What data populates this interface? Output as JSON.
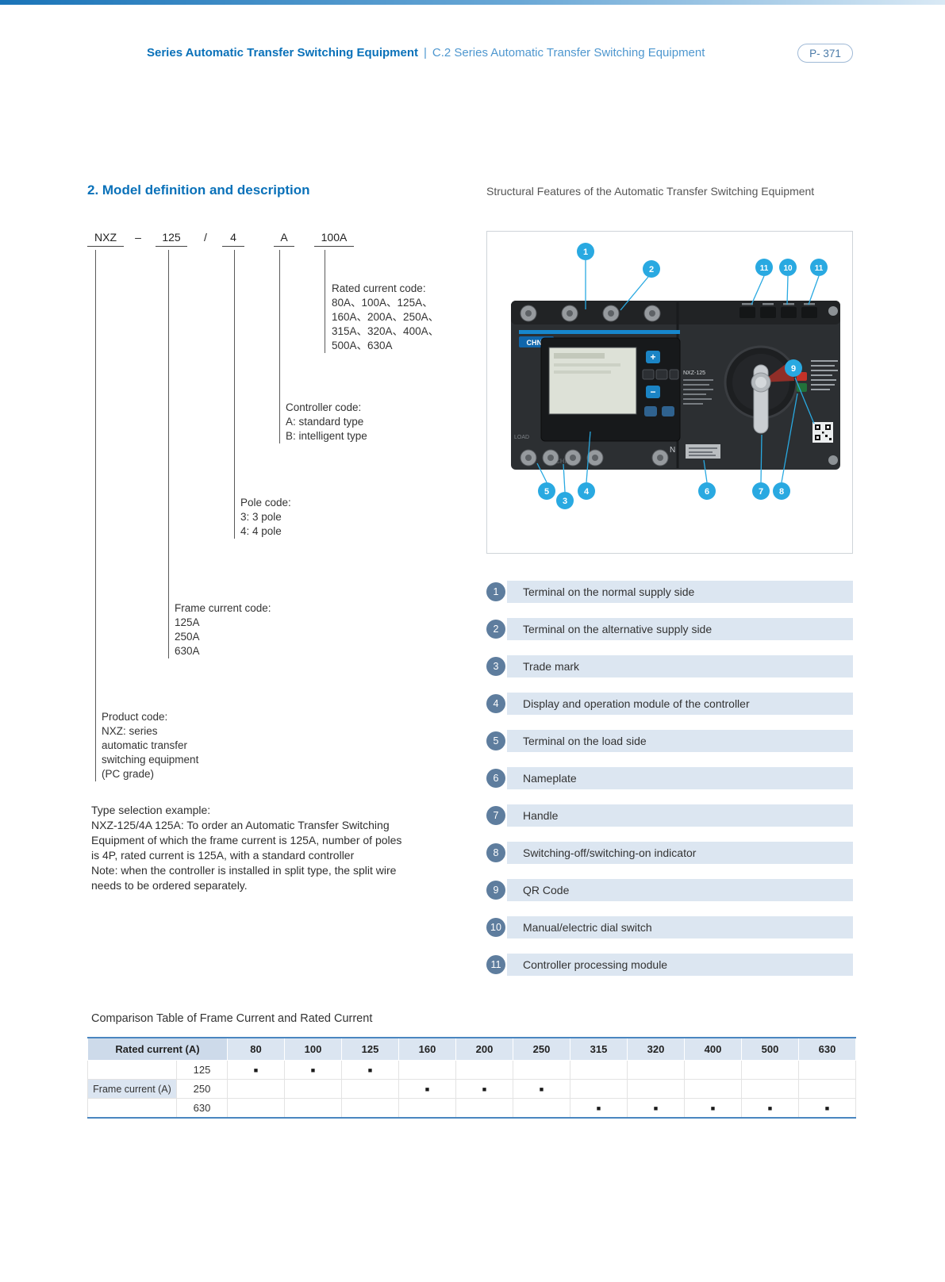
{
  "page": {
    "header": {
      "title_bold": "Series Automatic Transfer Switching Equipment",
      "separator": "|",
      "title_light": "C.2 Series Automatic Transfer Switching Equipment",
      "page_badge": "P- 371"
    },
    "section_title": "2. Model definition and description",
    "right_title": "Structural Features of the Automatic Transfer Switching Equipment"
  },
  "model_code": {
    "tokens": [
      "NXZ",
      "–",
      "125",
      "/",
      "4",
      "A",
      "100A"
    ],
    "rated": {
      "title": "Rated current code:",
      "lines": [
        "80A、100A、125A、",
        "160A、200A、250A、",
        "315A、320A、400A、",
        "500A、630A"
      ]
    },
    "controller": {
      "title": "Controller code:",
      "lines": [
        "A: standard type",
        "B: intelligent type"
      ]
    },
    "pole": {
      "title": "Pole code:",
      "lines": [
        "3: 3 pole",
        "4: 4 pole"
      ]
    },
    "frame": {
      "title": "Frame current code:",
      "lines": [
        "125A",
        "250A",
        "630A"
      ]
    },
    "product": {
      "title": "Product code:",
      "lines": [
        "NXZ: series",
        "automatic transfer",
        "switching equipment",
        "(PC grade)"
      ]
    }
  },
  "example": {
    "lines": [
      "Type selection example:",
      "NXZ-125/4A 125A: To order an Automatic Transfer Switching",
      "Equipment of which the frame current is 125A, number of poles",
      "is 4P, rated current is 125A, with a standard controller",
      "Note: when the controller is installed in split type, the split wire",
      "needs to be ordered separately."
    ]
  },
  "features": [
    {
      "num": "1",
      "label": "Terminal on the normal supply side"
    },
    {
      "num": "2",
      "label": "Terminal on the alternative supply side"
    },
    {
      "num": "3",
      "label": "Trade mark"
    },
    {
      "num": "4",
      "label": "Display and operation module of the controller"
    },
    {
      "num": "5",
      "label": "Terminal on the load side"
    },
    {
      "num": "6",
      "label": "Nameplate"
    },
    {
      "num": "7",
      "label": "Handle"
    },
    {
      "num": "8",
      "label": "Switching-off/switching-on indicator"
    },
    {
      "num": "9",
      "label": "QR Code"
    },
    {
      "num": "10",
      "label": "Manual/electric dial switch"
    },
    {
      "num": "11",
      "label": "Controller processing module"
    }
  ],
  "device": {
    "brand": "CHNT",
    "molded": "CHNT",
    "model": "NXZ-125",
    "load": "LOAD",
    "n": "N",
    "plus": "+",
    "minus": "−",
    "callouts": [
      {
        "n": "1"
      },
      {
        "n": "2"
      },
      {
        "n": "11"
      },
      {
        "n": "10"
      },
      {
        "n": "11"
      },
      {
        "n": "9"
      },
      {
        "n": "5"
      },
      {
        "n": "3"
      },
      {
        "n": "4"
      },
      {
        "n": "6"
      },
      {
        "n": "7"
      },
      {
        "n": "8"
      }
    ],
    "colors": {
      "callout_blue": "#29a9e1",
      "brand_blue": "#1066ab"
    }
  },
  "comparison": {
    "title": "Comparison Table of  Frame Current and Rated Current",
    "header_label": "Rated current (A)",
    "columns": [
      "80",
      "100",
      "125",
      "160",
      "200",
      "250",
      "315",
      "320",
      "400",
      "500",
      "630"
    ],
    "row_label": "Frame current (A)",
    "rows": [
      {
        "frame": "125",
        "cells": [
          "■",
          "■",
          "■",
          "",
          "",
          "",
          "",
          "",
          "",
          "",
          ""
        ]
      },
      {
        "frame": "250",
        "cells": [
          "",
          "",
          "",
          "■",
          "■",
          "■",
          "",
          "",
          "",
          "",
          ""
        ]
      },
      {
        "frame": "630",
        "cells": [
          "",
          "",
          "",
          "",
          "",
          "",
          "■",
          "■",
          "■",
          "■",
          "■"
        ]
      }
    ]
  }
}
